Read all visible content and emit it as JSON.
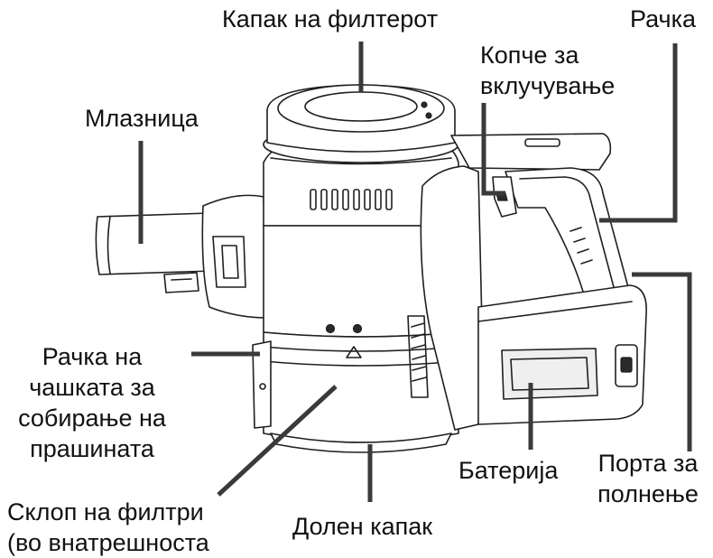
{
  "labels": {
    "filter_cover": "Капак на филтерот",
    "handle": "Рачка",
    "power_button_line1": "Копче за",
    "power_button_line2": "вклучување",
    "nozzle": "Млазница",
    "dust_cup_handle_line1": "Рачка на",
    "dust_cup_handle_line2": "чашката за",
    "dust_cup_handle_line3": "собирање на",
    "dust_cup_handle_line4": "прашината",
    "filter_assembly_line1": "Склоп на филтри",
    "filter_assembly_line2": "(во внатрешноста",
    "bottom_cover": "Долен капак",
    "battery": "Батерија",
    "charging_port_line1": "Порта за",
    "charging_port_line2": "полнење"
  },
  "colors": {
    "line": "#1f1f1f",
    "leader": "#3a3a3a",
    "text": "#111111",
    "background": "#ffffff"
  }
}
